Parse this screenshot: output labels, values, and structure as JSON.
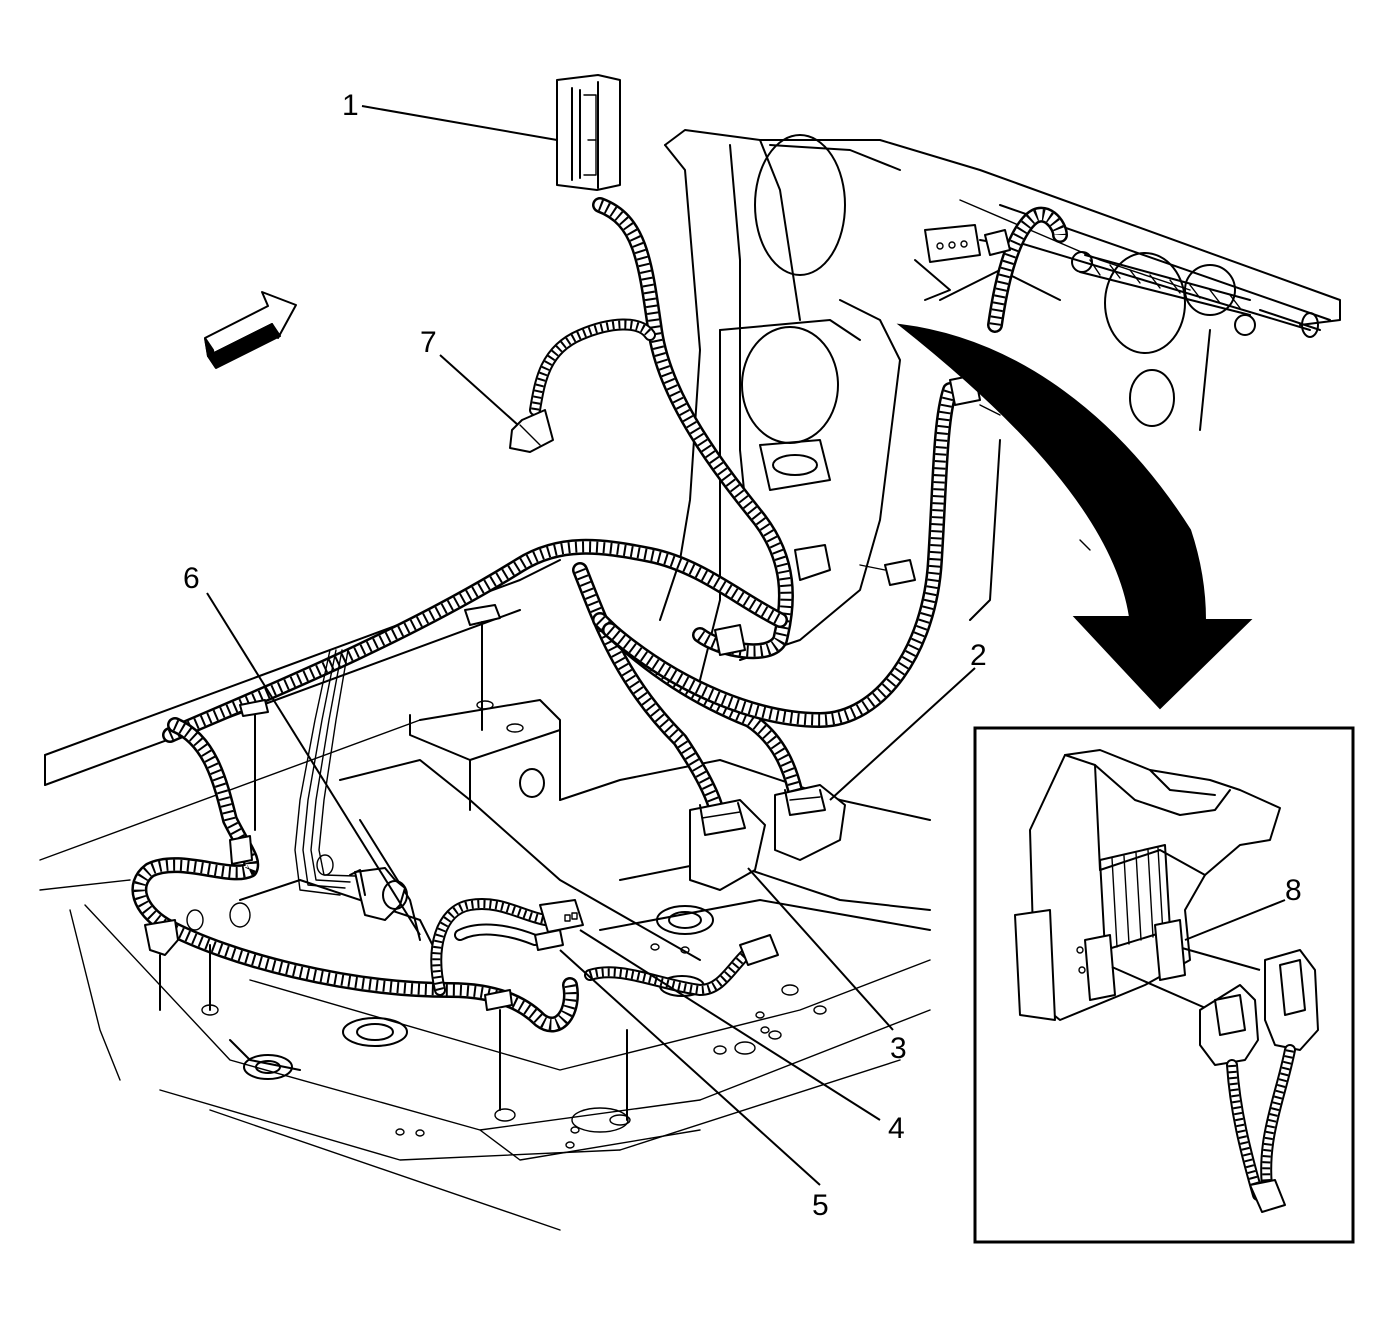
{
  "callouts": {
    "c1": "1",
    "c2": "2",
    "c3": "3",
    "c4": "4",
    "c5": "5",
    "c6": "6",
    "c7": "7",
    "c8": "8"
  },
  "colors": {
    "line": "#000000",
    "background": "#ffffff"
  },
  "icons": {
    "direction_arrow": "front-direction-arrow-icon",
    "view_arrow": "view-detail-arrow-icon"
  }
}
